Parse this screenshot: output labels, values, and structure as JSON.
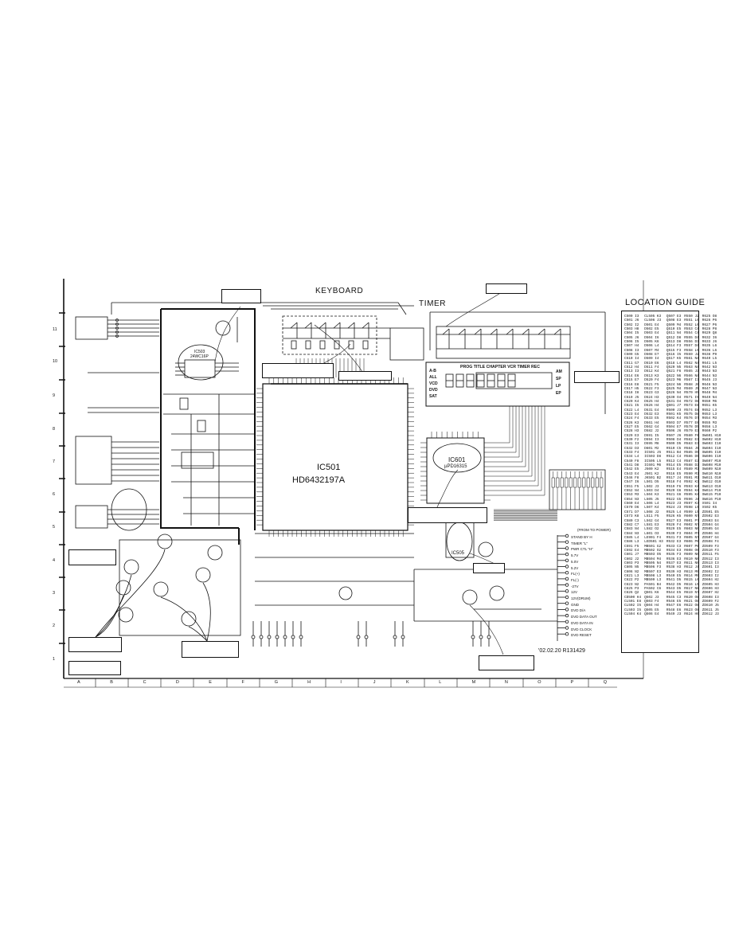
{
  "labels": {
    "keyboard": "KEYBOARD",
    "timer": "TIMER",
    "ic501_ref": "IC501",
    "ic501_part": "HD6432197A",
    "ic601_ref": "IC601",
    "ic601_part": "µPD16315",
    "ic505_ref": "IC505",
    "ic503_ref": "IC503",
    "ic503_part": "24WC16P",
    "date_code": "'02.02.20 R131429",
    "from_power": "(FROM TO POWER)",
    "location_guide": "LOCATION GUIDE"
  },
  "grid": {
    "columns": [
      "A",
      "B",
      "C",
      "D",
      "E",
      "F",
      "G",
      "H",
      "I",
      "J",
      "K",
      "L",
      "M",
      "N",
      "O",
      "P",
      "Q"
    ],
    "rows": [
      "11",
      "10",
      "9",
      "8",
      "7",
      "6",
      "5",
      "4",
      "3",
      "2",
      "1"
    ]
  },
  "fl_display": {
    "left_indicators": [
      "A-B",
      "ALL",
      "VCD",
      "DVD",
      "SAT"
    ],
    "top_text": "PROG TITLE CHAPTER VCR TIMER REC",
    "right_indicators": [
      "AM",
      "SP",
      "LP",
      "EP"
    ]
  },
  "power_connector": {
    "pins": [
      "STAND BY H",
      "TIMER \"L\"",
      "PWR CTL \"H\"",
      "5.7V",
      "5.0V",
      "5.2V",
      "FL(+)",
      "FL(-)",
      "-27V",
      "12V",
      "12V(DRUM)",
      "GND",
      "DVD D/A",
      "DVD DATA OUT",
      "DVD DATA IN",
      "DVD CLOCK",
      "DVD RESET"
    ]
  },
  "location_guide": {
    "title": "LOCATION GUIDE",
    "columns": [
      [
        "C500 I3",
        "C501 J6",
        "C502 I2",
        "C503 H8",
        "C504 I5",
        "C505 J6",
        "C506 I5",
        "C507 H4",
        "C508 I3",
        "C509 G5",
        "C510 I4",
        "C511 G7",
        "C512 H4",
        "C513 I3",
        "C514 E6",
        "C515 E7",
        "C516 E8",
        "C517 H5",
        "C518 I8",
        "C519 J5",
        "C520 K4",
        "C521 I5",
        "C522 L4",
        "C523 E4",
        "C524 F4",
        "C526 K3",
        "C527 E5",
        "C528 H3",
        "C529 E3",
        "C530 F2",
        "C531 I3",
        "C532 D3",
        "C533 F4",
        "C534 L4",
        "C540 F8",
        "C541 D8",
        "C542 E5",
        "C543 E4",
        "C546 F8",
        "C547 I6",
        "C551 F5",
        "C552 N4",
        "C553 M3",
        "C554 N3",
        "C560 E4",
        "C570 D6",
        "C571 D7",
        "C573 K8",
        "C580 C3",
        "C582 C7",
        "C583 N4",
        "C584 N3",
        "C585 L4",
        "C586 L3",
        "C591 F5",
        "C592 E4",
        "C601 J7",
        "C602 J2",
        "C603 P3",
        "C605 N5",
        "C606 N2",
        "C621 L3",
        "C622 P2",
        "C623 N2",
        "C625 P3",
        "C626 Q2",
        "CD500 H4",
        "CL501 E8",
        "CL502 I5",
        "CL503 I5",
        "CL504 K4"
      ],
      [
        "CL505 K3",
        "CL506 J3",
        "D501 E4",
        "D502 E5",
        "D503 E4",
        "D504 I6",
        "D505 K6",
        "D506 L4",
        "D507 M4",
        "D508 E7",
        "D509 I4",
        "D510 E6",
        "D511 F4",
        "D512 K4",
        "D513 K3",
        "D520 F4",
        "D521 F5",
        "D522 F3",
        "D523 G3",
        "D524 H3",
        "D525 H4",
        "D526 H4",
        "D531 E4",
        "D532 E3",
        "D533 E5",
        "D561 H4",
        "D562 G4",
        "D582 J2",
        "D591 I5",
        "D594 I3",
        "D595 M8",
        "D601 M2",
        "IC501 J5",
        "IC503 D8",
        "IC505 L5",
        "IC601 M6",
        "J500 K2",
        "J501 K2",
        "JK501 B2",
        "L501 D5",
        "L502 J3",
        "L503 D4",
        "L504 K3",
        "L505 J5",
        "L506 L4",
        "L507 K4",
        "L508 J2",
        "L511 F5",
        "L562 G4",
        "L581 E3",
        "L582 O2",
        "L601 O3",
        "LE901 F4",
        "LED501 H3",
        "MB501 G2",
        "MB502 O2",
        "MB503 O5",
        "MB504 M4",
        "MB505 N4",
        "MB506 F3",
        "MB507 E3",
        "MB508 L3",
        "MB509 L3",
        "PA501 B4",
        "PA502 C6",
        "Q501 K6",
        "Q502 J3",
        "Q503 F4",
        "Q504 H4",
        "Q505 E5",
        "Q506 E4"
      ],
      [
        "Q507 E3",
        "Q508 E3",
        "Q509 M4",
        "Q510 E5",
        "Q511 N4",
        "Q512 D8",
        "Q513 D8",
        "Q514 F3",
        "Q515 F3",
        "Q516 I5",
        "Q517 K5",
        "Q518 L4",
        "Q520 N5",
        "Q521 F6",
        "Q522 N6",
        "Q523 M6",
        "Q524 N6",
        "Q525 M4",
        "Q526 N4",
        "Q530 O4",
        "Q531 O4",
        "Q601 J7",
        "R500 J3",
        "R501 K5",
        "R502 K4",
        "R503 D7",
        "R504 E7",
        "R506 J6",
        "R507 J6",
        "R508 D4",
        "R509 D5",
        "R510 C5",
        "R511 B4",
        "R512 C4",
        "R513 C4",
        "R514 E5",
        "R515 E4",
        "R516 E5",
        "R517 J4",
        "R518 F4",
        "R519 F6",
        "R520 G6",
        "R521 G6",
        "R522 G5",
        "R523 J3",
        "R524 J3",
        "R525 L4",
        "R526 K5",
        "R527 E3",
        "R528 F4",
        "R529 E5",
        "R530 F3",
        "R531 F3",
        "R532 E3",
        "R533 C3",
        "R534 E3",
        "R535 F3",
        "R536 E3",
        "R537 E3",
        "R538 H3",
        "R539 H3",
        "R540 E5",
        "R541 D5",
        "R542 D5",
        "R543 D5",
        "R544 E5",
        "R545 C3",
        "R546 E5",
        "R547 E6",
        "R548 E6",
        "R549 J3"
      ],
      [
        "R550 J2",
        "R551 L6",
        "R552 L6",
        "R553 C4",
        "R554 C4",
        "R555 D4",
        "R556 D3",
        "R557 D4",
        "R558 L5",
        "R559 J2",
        "R561 N4",
        "R562 N4",
        "R563 N4",
        "R565 J3",
        "R566 N4",
        "R567 I3",
        "R568 J6",
        "R569 J5",
        "R570 H5",
        "R571 I5",
        "R572 D8",
        "R573 E8",
        "R574 E8",
        "R575 D8",
        "R576 D7",
        "R577 E6",
        "R578 D5",
        "R579 E3",
        "R580 F6",
        "R582 E3",
        "R583 E3",
        "R584 J5",
        "R585 D5",
        "R586 D5",
        "R587 E3",
        "R588 D3",
        "R589 M3",
        "R590 M3",
        "R591 M3",
        "R592 K3",
        "R593 K4",
        "R594 K4",
        "R595 K4",
        "R596 J4",
        "R597 K3",
        "R598 L5",
        "R599 L5",
        "R600 N7",
        "R601 P7",
        "R602 N7",
        "R603 N6",
        "R604 M7",
        "R605 N7",
        "R606 P6",
        "R607 P6",
        "R608 O6",
        "R609 N6",
        "R610 N6",
        "R611 N6",
        "R612 J4",
        "R613 M6",
        "R614 M6",
        "R615 L6",
        "R616 L5",
        "R617 N8",
        "R619 N7",
        "R620 O8",
        "R621 O8",
        "R622 O8",
        "R623 O8",
        "R624 H6"
      ],
      [
        "R625 O8",
        "R626 P6",
        "R627 P6",
        "R628 P8",
        "R629 Q8",
        "R632 I6",
        "R633 J6",
        "R635 L6",
        "R636 L6",
        "R638 P9",
        "R640 L5",
        "R641 L5",
        "R642 N3",
        "R643 N3",
        "R644 N3",
        "R645 J3",
        "R646 N3",
        "R647 N3",
        "R648 M4",
        "R649 N4",
        "R650 M6",
        "R651 K5",
        "R652 L3",
        "R653 L3",
        "R654 M3",
        "R655 M3",
        "R656 L3",
        "R660 P2",
        "SW601 H10",
        "SW602 H10",
        "SW603 I10",
        "SW604 I10",
        "SW605 I10",
        "SW606 I10",
        "SW607 M10",
        "SW608 M10",
        "SW609 N10",
        "SW610 N10",
        "SW611 O10",
        "SW612 O10",
        "SW613 O10",
        "SW614 P10",
        "SW615 P10",
        "SW616 P10",
        "X501 I4",
        "X502 K5",
        "ZD501 E5",
        "ZD502 E3",
        "ZD503 E4",
        "ZD504 G4",
        "ZD505 G4",
        "ZD506 H4",
        "ZD507 G4",
        "ZD508 F4",
        "ZD509 F3",
        "ZD510 F3",
        "ZD511 F5",
        "ZD512 I3",
        "ZD513 I3",
        "ZD601 I3",
        "ZD602 I2",
        "ZD603 I2",
        "ZD604 H2",
        "ZD605 H3",
        "ZD606 H3",
        "ZD607 H2",
        "ZD608 I3",
        "ZD609 F2",
        "ZD610 J5",
        "ZD611 J5",
        "ZD612 J3"
      ]
    ]
  },
  "colors": {
    "ink": "#111111",
    "paper": "#ffffff"
  }
}
